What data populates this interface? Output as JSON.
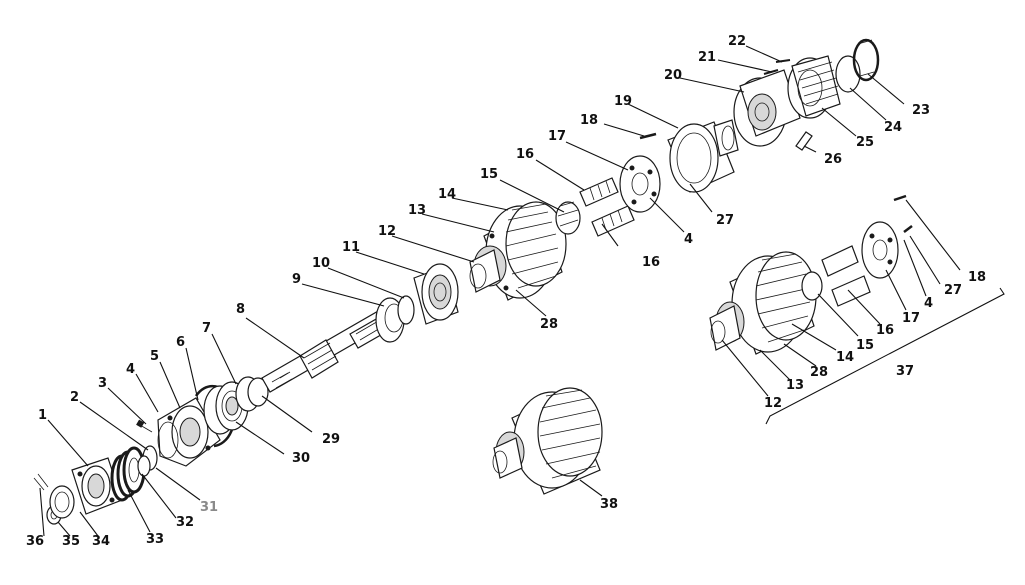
{
  "diagram": {
    "callouts": {
      "c1": "1",
      "c2": "2",
      "c3": "3",
      "c4a": "4",
      "c5": "5",
      "c6": "6",
      "c7": "7",
      "c8": "8",
      "c9": "9",
      "c10": "10",
      "c11": "11",
      "c12a": "12",
      "c13a": "13",
      "c14a": "14",
      "c15a": "15",
      "c16a": "16",
      "c16b": "16",
      "c17a": "17",
      "c18a": "18",
      "c19": "19",
      "c20": "20",
      "c21": "21",
      "c22": "22",
      "c23": "23",
      "c24": "24",
      "c25": "25",
      "c26": "26",
      "c27a": "27",
      "c4b": "4",
      "c28a": "28",
      "c29": "29",
      "c30": "30",
      "c31": "31",
      "c32": "32",
      "c33": "33",
      "c34": "34",
      "c35": "35",
      "c36": "36",
      "c38": "38",
      "c18b": "18",
      "c27b": "27",
      "c4c": "4",
      "c17b": "17",
      "c16c": "16",
      "c15b": "15",
      "c14b": "14",
      "c28b": "28",
      "c13b": "13",
      "c12b": "12",
      "c37": "37"
    }
  }
}
